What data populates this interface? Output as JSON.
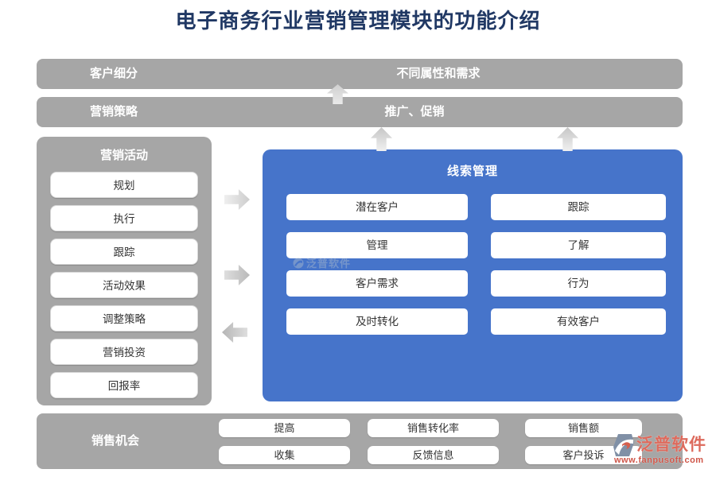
{
  "title": "电子商务行业营销管理模块的功能介绍",
  "colors": {
    "accent_blue": "#4674CA",
    "bar_gray": "#A6A6A6",
    "title_navy": "#203864",
    "logo_red": "#DD6A5C",
    "button_white": "#FFFFFF"
  },
  "segmentation_bar": {
    "label": "客户细分",
    "value": "不同属性和需求"
  },
  "strategy_bar": {
    "label": "营销策略",
    "value": "推广、促销"
  },
  "marketing_panel": {
    "title": "营销活动",
    "items": [
      "规划",
      "执行",
      "跟踪",
      "活动效果",
      "调整策略",
      "营销投资",
      "回报率"
    ]
  },
  "leads_panel": {
    "title": "线索管理",
    "left_items": [
      "潜在客户",
      "管理",
      "客户需求",
      "及时转化"
    ],
    "right_items": [
      "跟踪",
      "了解",
      "行为",
      "有效客户"
    ]
  },
  "sales_bar": {
    "label": "销售机会",
    "row1": [
      "提高",
      "销售转化率",
      "销售额"
    ],
    "row2": [
      "收集",
      "反馈信息",
      "客户投诉"
    ]
  },
  "watermark": {
    "text": "泛普软件"
  },
  "logo": {
    "name": "泛普软件",
    "url": "www.fanpusoft.com"
  }
}
